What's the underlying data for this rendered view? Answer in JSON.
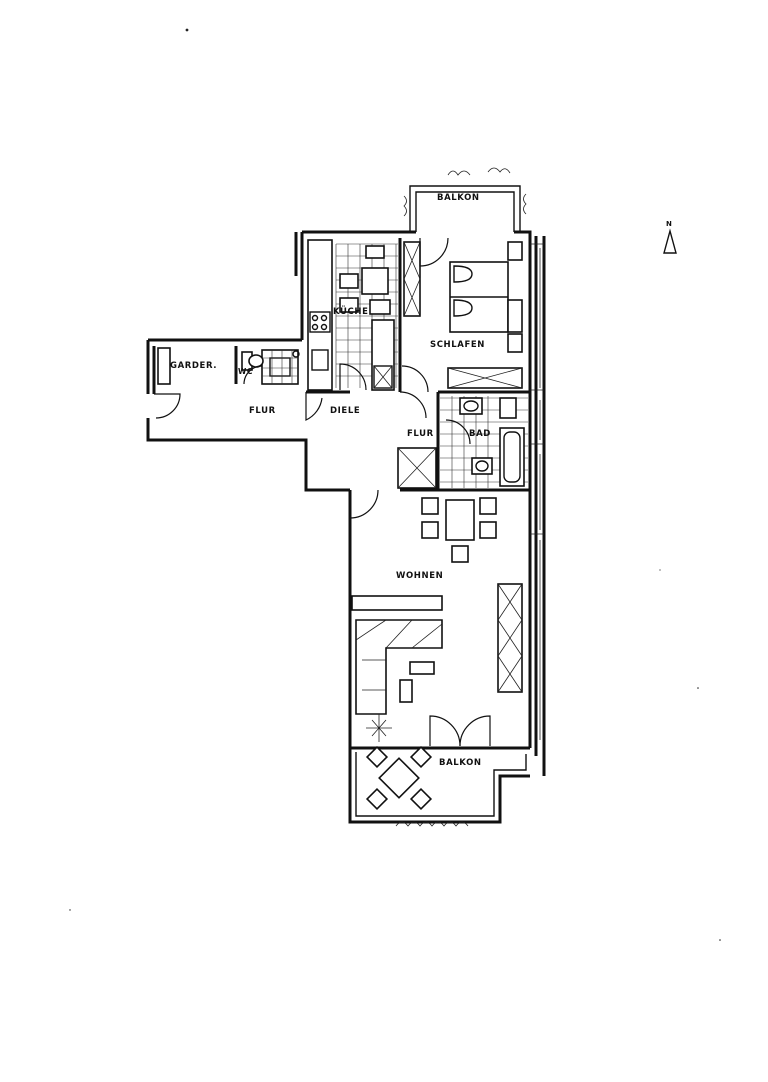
{
  "rooms": {
    "balkon_top": "BALKON",
    "kueche": "KÜCHE",
    "schlafen": "SCHLAFEN",
    "garderobe": "GARDER.",
    "wc": "WC",
    "flur_left": "FLUR",
    "diele": "DIELE",
    "flur_mid": "FLUR",
    "bad": "BAD",
    "wohnen": "WOHNEN",
    "balkon_bottom": "BALKON"
  },
  "north": {
    "label": "N"
  }
}
